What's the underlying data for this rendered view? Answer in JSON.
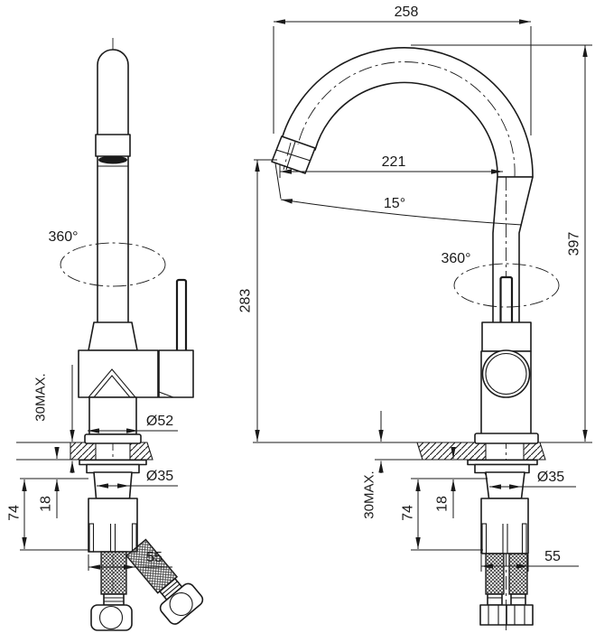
{
  "drawing": {
    "colors": {
      "line": "#1a1a1a",
      "background": "#ffffff"
    },
    "left_view": {
      "labels": {
        "rotation": "360°",
        "max_counter_thickness": "30MAX.",
        "base_diameter": "Ø52",
        "shank_diameter": "Ø35",
        "locknut_depth": "18",
        "shank_length": "74",
        "hose_width": "55"
      }
    },
    "right_view": {
      "labels": {
        "overall_width": "258",
        "spout_reach": "221",
        "spout_angle": "15°",
        "overall_height": "397",
        "outlet_height": "283",
        "rotation": "360°",
        "max_counter_thickness": "30MAX.",
        "shank_diameter": "Ø35",
        "locknut_depth": "18",
        "shank_length": "74",
        "hose_width": "55"
      }
    }
  }
}
